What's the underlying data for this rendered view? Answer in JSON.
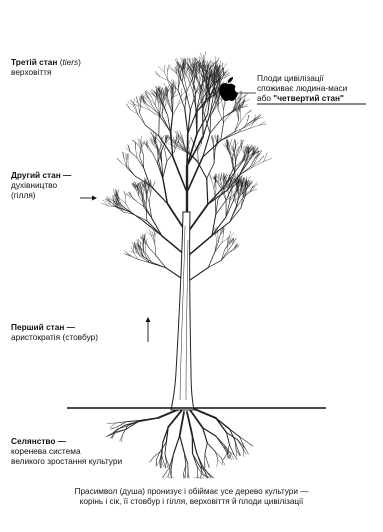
{
  "labels": {
    "third_estate": {
      "title": "Третій стан",
      "paren_open": " (",
      "term": "tiers",
      "paren_close": ")",
      "line2": "верховіття"
    },
    "second_estate": {
      "title": "Другий стан",
      "dash": " —",
      "line2": "духівництво",
      "line3": "(гілля)"
    },
    "first_estate": {
      "title": "Перший стан",
      "dash": " —",
      "line2": "аристократія (стовбур)"
    },
    "peasantry": {
      "title": "Селянство",
      "dash": " —",
      "line2": "коренева система",
      "line3": "великого зростання культури"
    },
    "fruits": {
      "line1": "Плоди цивілізації",
      "line2": "споживає людина-маси",
      "line3_prefix": "або ",
      "line3_bold": "\"четвертий стан\""
    }
  },
  "caption": {
    "line1": "Прасимвол (душа) пронизує і обіймає усе дерево культури —",
    "line2": "корінь і сік, її стовбур і гілля, верховіття й плоди цивілізації"
  },
  "icons": {
    "fruit": "apple-icon"
  },
  "colors": {
    "ink": "#111111",
    "background": "#ffffff"
  }
}
